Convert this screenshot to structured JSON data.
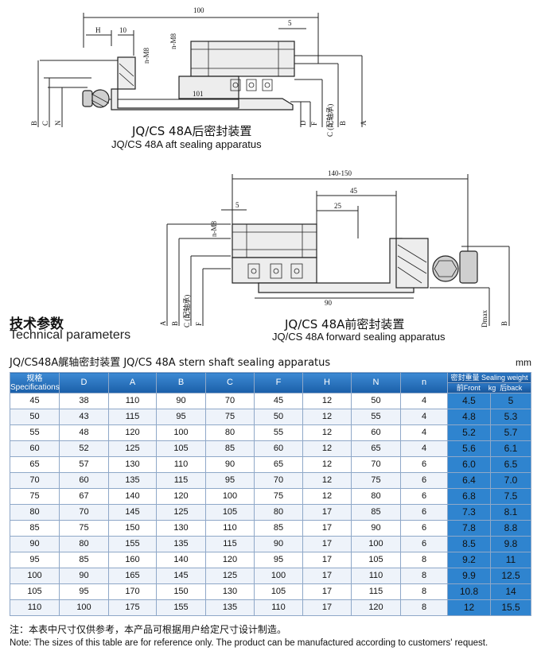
{
  "drawing_aft": {
    "dims": {
      "d100": "100",
      "H": "H",
      "d10": "10",
      "n_m8": "n-M8",
      "n_m8b": "n-M8",
      "d5": "5",
      "d101": "101",
      "B": "B",
      "C": "C",
      "N": "N",
      "D": "D",
      "F": "F",
      "Cmain": "C (配轴承)",
      "A": "A"
    },
    "caption_cn": "JQ/CS 48A后密封装置",
    "caption_en": "JQ/CS 48A aft sealing apparatus"
  },
  "drawing_fwd": {
    "dims": {
      "d140": "140-150",
      "d45": "45",
      "d25": "25",
      "n_m8": "n-M8",
      "d5": "5",
      "d90": "90",
      "A": "A",
      "B": "B",
      "C": "C (配轴承)",
      "F": "F",
      "Dmax": "Dmax",
      "B2": "B"
    },
    "caption_cn": "JQ/CS 48A前密封装置",
    "caption_en": "JQ/CS 48A forward sealing apparatus"
  },
  "technical": {
    "title_cn": "技术参数",
    "title_en": "Technical parameters"
  },
  "table": {
    "title": "JQ/CS48A艉轴密封装置  JQ/CS 48A stern shaft sealing apparatus",
    "unit": "mm",
    "spec_header_cn": "规格",
    "spec_header_en": "Specifications",
    "columns": [
      "D",
      "A",
      "B",
      "C",
      "F",
      "H",
      "N",
      "n"
    ],
    "weight_header": "密封重量 Sealing weight",
    "weight_front": "前Front",
    "weight_kg": "kg",
    "weight_back": "后back",
    "rows": [
      [
        "45",
        "38",
        "110",
        "90",
        "70",
        "45",
        "12",
        "50",
        "4",
        "4.5",
        "5"
      ],
      [
        "50",
        "43",
        "115",
        "95",
        "75",
        "50",
        "12",
        "55",
        "4",
        "4.8",
        "5.3"
      ],
      [
        "55",
        "48",
        "120",
        "100",
        "80",
        "55",
        "12",
        "60",
        "4",
        "5.2",
        "5.7"
      ],
      [
        "60",
        "52",
        "125",
        "105",
        "85",
        "60",
        "12",
        "65",
        "4",
        "5.6",
        "6.1"
      ],
      [
        "65",
        "57",
        "130",
        "110",
        "90",
        "65",
        "12",
        "70",
        "6",
        "6.0",
        "6.5"
      ],
      [
        "70",
        "60",
        "135",
        "115",
        "95",
        "70",
        "12",
        "75",
        "6",
        "6.4",
        "7.0"
      ],
      [
        "75",
        "67",
        "140",
        "120",
        "100",
        "75",
        "12",
        "80",
        "6",
        "6.8",
        "7.5"
      ],
      [
        "80",
        "70",
        "145",
        "125",
        "105",
        "80",
        "17",
        "85",
        "6",
        "7.3",
        "8.1"
      ],
      [
        "85",
        "75",
        "150",
        "130",
        "110",
        "85",
        "17",
        "90",
        "6",
        "7.8",
        "8.8"
      ],
      [
        "90",
        "80",
        "155",
        "135",
        "115",
        "90",
        "17",
        "100",
        "6",
        "8.5",
        "9.8"
      ],
      [
        "95",
        "85",
        "160",
        "140",
        "120",
        "95",
        "17",
        "105",
        "8",
        "9.2",
        "11"
      ],
      [
        "100",
        "90",
        "165",
        "145",
        "125",
        "100",
        "17",
        "110",
        "8",
        "9.9",
        "12.5"
      ],
      [
        "105",
        "95",
        "170",
        "150",
        "130",
        "105",
        "17",
        "115",
        "8",
        "10.8",
        "14"
      ],
      [
        "110",
        "100",
        "175",
        "155",
        "135",
        "110",
        "17",
        "120",
        "8",
        "12",
        "15.5"
      ]
    ]
  },
  "notes": {
    "cn": "注：本表中尺寸仅供参考，本产品可根据用户给定尺寸设计制造。",
    "en": "Note: The sizes of this table are for reference only. The product can be manufactured according to customers' request."
  }
}
